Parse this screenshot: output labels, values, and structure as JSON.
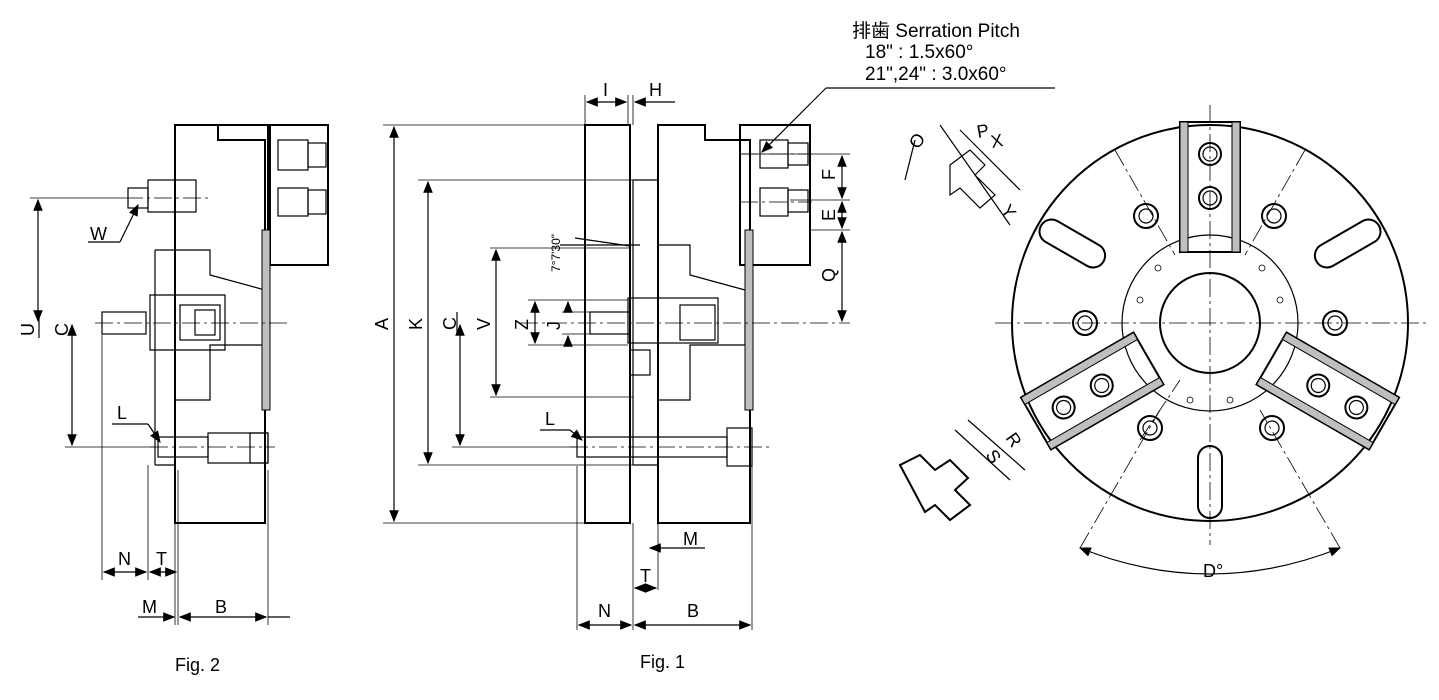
{
  "serration": {
    "title": "排歯 Serration Pitch",
    "line1": "18\" : 1.5x60°",
    "line2": "21\",24\" : 3.0x60°"
  },
  "angle_label": "7°7'30\"",
  "captions": {
    "fig1": "Fig. 1",
    "fig2": "Fig. 2"
  },
  "fig2_labels": {
    "W": "W",
    "U": "U",
    "C": "C",
    "L": "L",
    "N": "N",
    "T": "T",
    "M": "M",
    "B": "B"
  },
  "fig1_labels": {
    "A": "A",
    "K": "K",
    "C": "C",
    "V": "V",
    "Z": "Z",
    "J": "J",
    "I": "I",
    "H": "H",
    "L": "L",
    "M": "M",
    "T": "T",
    "N": "N",
    "B": "B",
    "F": "F",
    "E": "E",
    "Q": "Q"
  },
  "front_labels": {
    "O": "O",
    "P": "P",
    "X": "X",
    "Y": "Y",
    "R": "R",
    "S": "S",
    "D": "D°"
  }
}
